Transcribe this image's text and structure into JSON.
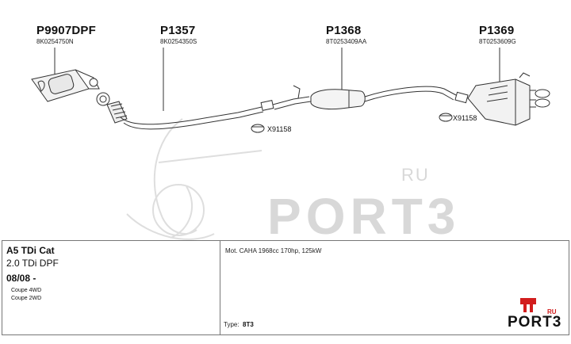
{
  "parts": [
    {
      "code": "P9907DPF",
      "number": "8K0254750N"
    },
    {
      "code": "P1357",
      "number": "8K0254350S"
    },
    {
      "code": "P1368",
      "number": "8T0253409AA"
    },
    {
      "code": "P1369",
      "number": "8T0253609G"
    }
  ],
  "clamp_refs": [
    "X91158",
    "X91158"
  ],
  "vehicle": {
    "model": "A5 TDi Cat",
    "engine": "2.0 TDi DPF",
    "years": "08/08 -",
    "variants": [
      "Coupe 4WD",
      "Coupe 2WD"
    ]
  },
  "engine_details": "Mot. CAHA 1968cc 170hp, 125kW",
  "type": {
    "label": "Type:",
    "value": "8T3"
  },
  "watermark": {
    "text": "PORT3",
    "suffix": "RU"
  },
  "logo": {
    "text": "PORT3",
    "suffix": "RU",
    "accent": "#d21d1d"
  }
}
